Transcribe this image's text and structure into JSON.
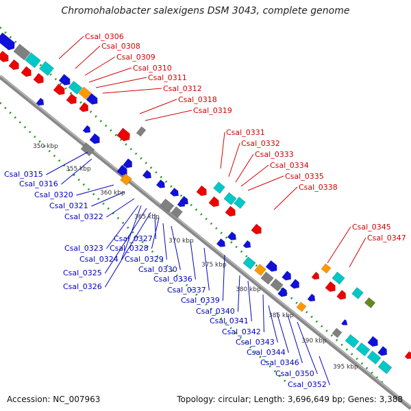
{
  "title": "Chromohalobacter salexigens DSM 3043, complete genome",
  "footer": {
    "accession": "Accession: NC_007963",
    "summary": "Topology: circular; Length: 3,696,649 bp; Genes: 3,388"
  },
  "ticks": [
    "350 kbp",
    "355 kbp",
    "360 kbp",
    "365 kbp",
    "370 kbp",
    "375 kbp",
    "380 kbp",
    "385 kbp",
    "390 kbp",
    "395 kbp"
  ],
  "red_labels": [
    "Csal_0306",
    "Csal_0308",
    "Csal_0309",
    "Csal_0310",
    "Csal_0311",
    "Csal_0312",
    "Csal_0318",
    "Csal_0319",
    "Csal_0331",
    "Csal_0332",
    "Csal_0333",
    "Csal_0334",
    "Csal_0335",
    "Csal_0338",
    "Csal_0345",
    "Csal_0347"
  ],
  "blue_labels": [
    "Csal_0315",
    "Csal_0316",
    "Csal_0320",
    "Csal_0321",
    "Csal_0322",
    "Csal_0323",
    "Csal_0327",
    "Csal_0328",
    "Csal_0324",
    "Csal_0329",
    "Csal_0325",
    "Csal_0330",
    "Csal_0326",
    "Csal_0336",
    "Csal_0337",
    "Csal_0339",
    "Csal_0340",
    "Csal_0341",
    "Csal_0342",
    "Csal_0343",
    "Csal_0344",
    "Csal_0346",
    "Csal_0350",
    "Csal_0352"
  ],
  "colors": {
    "forward": "#ee0000",
    "reverse": "#1010dd",
    "rna": "#00c8c8",
    "pseudo": "#808080",
    "orange": "#ff9900",
    "olive": "#668822",
    "backbone": "#888888",
    "tick_dots": "#229922"
  }
}
